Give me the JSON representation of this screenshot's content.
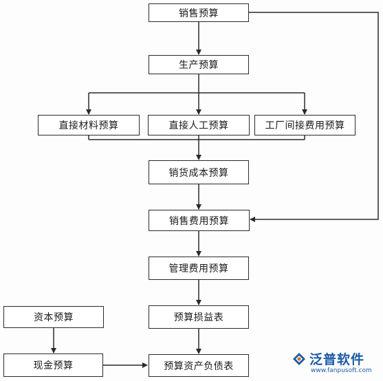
{
  "nodes": {
    "sales_budget": "销售预算",
    "production_budget": "生产预算",
    "direct_material_budget": "直接材料预算",
    "direct_labor_budget": "直接人工预算",
    "factory_overhead_budget": "工厂间接费用预算",
    "cost_of_goods_sold_budget": "销货成本预算",
    "selling_expense_budget": "销售费用预算",
    "admin_expense_budget": "管理费用预算",
    "budget_income_statement": "预算损益表",
    "capital_budget": "资本预算",
    "cash_budget": "现金预算",
    "budget_balance_sheet": "预算资产负债表"
  },
  "watermark": {
    "name": "泛普软件",
    "url": "www.fanpusoft.com"
  },
  "colors": {
    "line": "#2a2a2a",
    "logo": "#1c5aa6",
    "logo_accent": "#e06a1b"
  }
}
